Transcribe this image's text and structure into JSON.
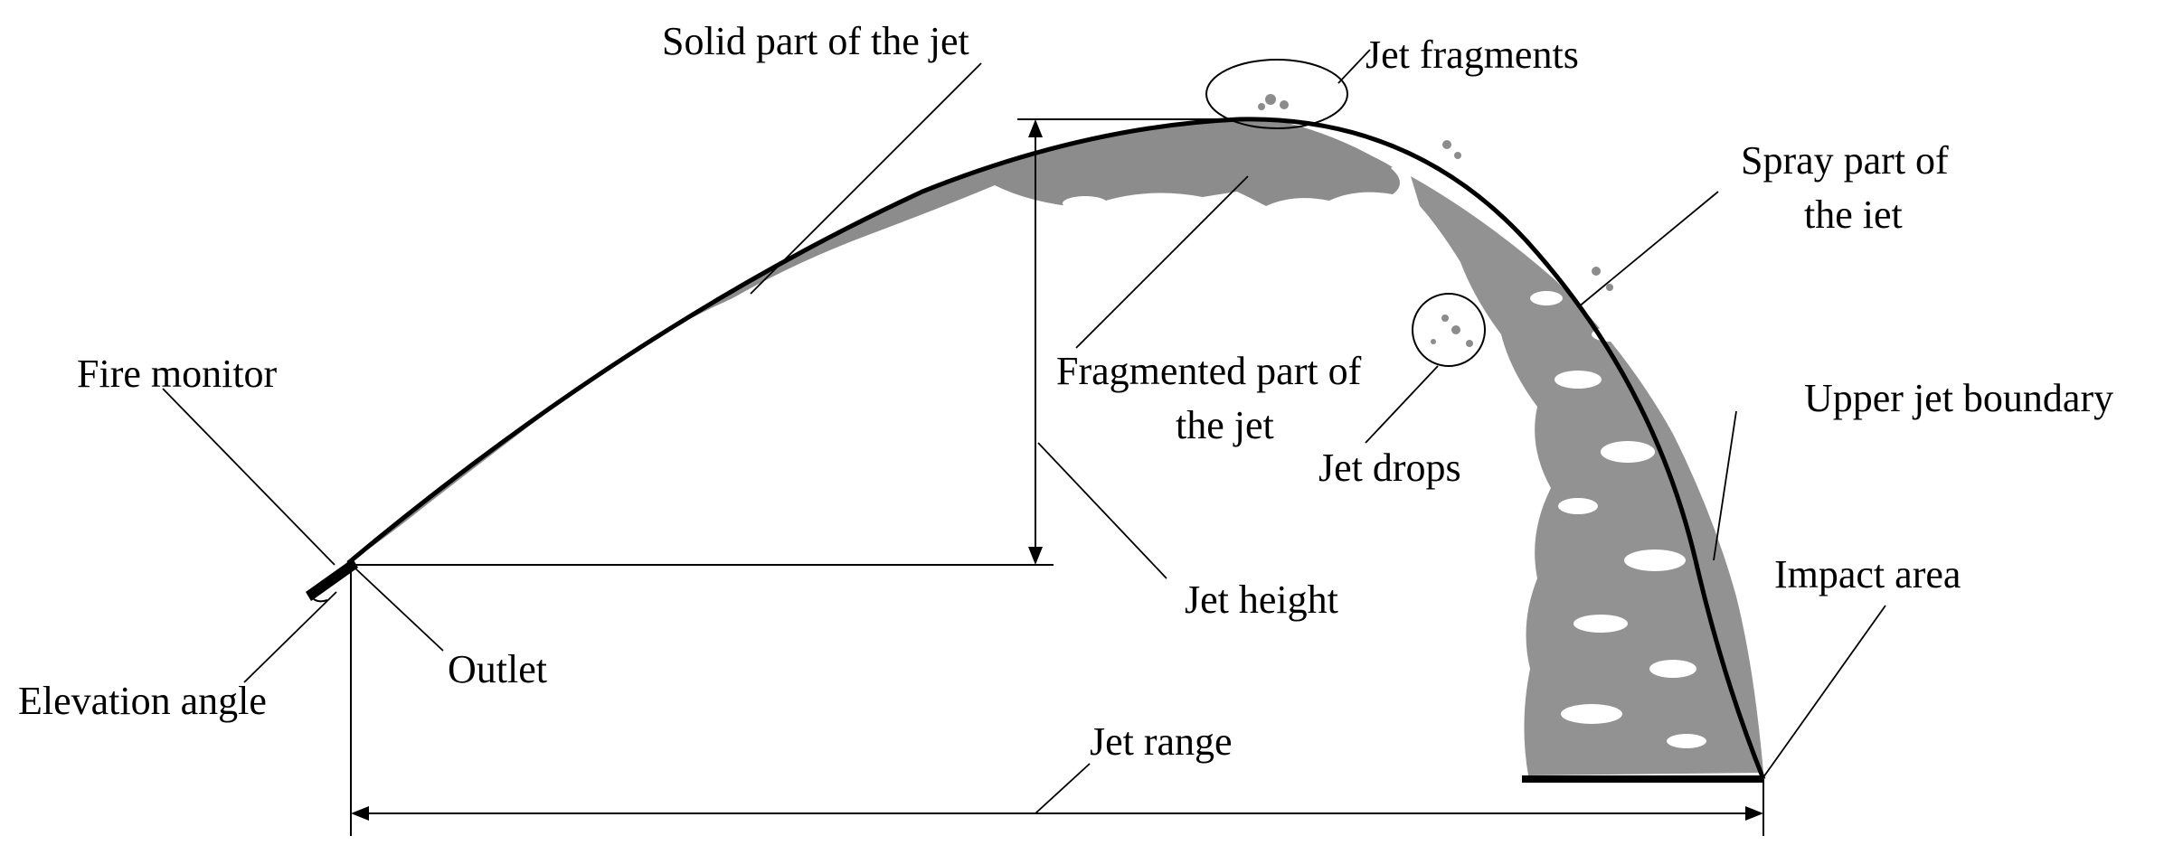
{
  "labels": {
    "solid_part": "Solid part of the jet",
    "jet_fragments": "Jet fragments",
    "spray_part_line1": "Spray part of",
    "spray_part_line2": "the iet",
    "fire_monitor": "Fire monitor",
    "fragmented_line1": "Fragmented part of",
    "fragmented_line2": "the jet",
    "upper_boundary": "Upper jet boundary",
    "jet_drops": "Jet drops",
    "jet_height": "Jet height",
    "impact_area": "Impact area",
    "outlet": "Outlet",
    "elevation_angle": "Elevation angle",
    "jet_range": "Jet range"
  },
  "colors": {
    "jet_spray": "#8c8c8c",
    "lines": "#000000",
    "background": "#ffffff"
  }
}
